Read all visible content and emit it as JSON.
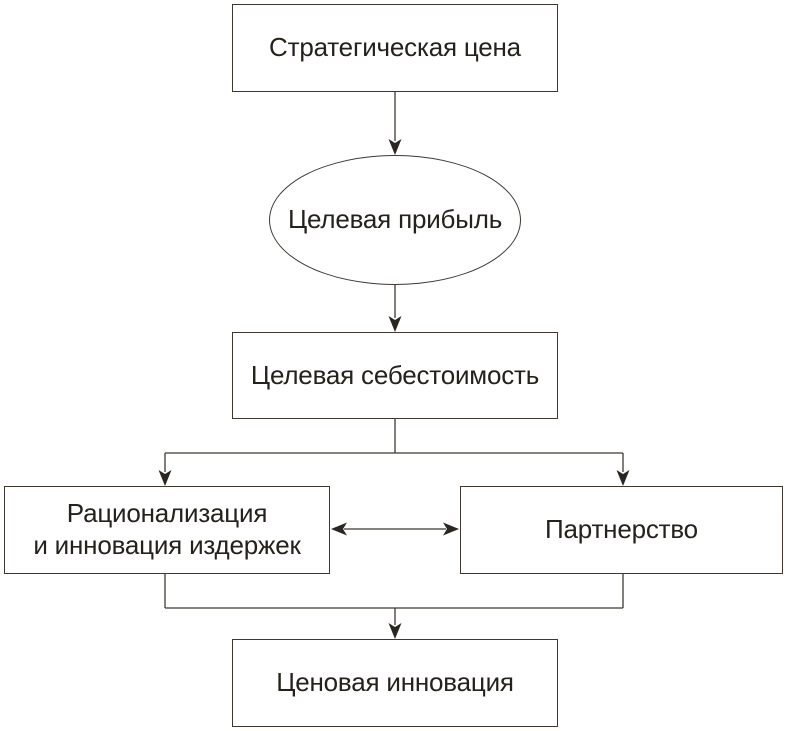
{
  "diagram": {
    "type": "flowchart",
    "language": "ru",
    "colors": {
      "background": "#ffffff",
      "node_fill": "#ffffff",
      "stroke": "#3e3831",
      "text": "#25211b",
      "arrowhead": "#2b2620"
    },
    "nodes": {
      "strategic_price": {
        "label": "Стратегическая цена",
        "shape": "rect"
      },
      "target_profit": {
        "label": "Целевая прибыль",
        "shape": "ellipse"
      },
      "target_cost": {
        "label": "Целевая себестоимость",
        "shape": "rect"
      },
      "rationalization": {
        "label": "Рационализация\nи инновация издержек",
        "shape": "rect"
      },
      "partnership": {
        "label": "Партнерство",
        "shape": "rect"
      },
      "price_innovation": {
        "label": "Ценовая инновация",
        "shape": "rect"
      }
    },
    "edges": [
      {
        "from": "strategic_price",
        "to": "target_profit",
        "type": "arrow"
      },
      {
        "from": "target_profit",
        "to": "target_cost",
        "type": "arrow"
      },
      {
        "from": "target_cost",
        "to": "rationalization",
        "type": "arrow"
      },
      {
        "from": "target_cost",
        "to": "partnership",
        "type": "arrow"
      },
      {
        "from": "rationalization",
        "to": "partnership",
        "type": "double-arrow"
      },
      {
        "from": "rationalization",
        "to": "price_innovation",
        "type": "arrow"
      },
      {
        "from": "partnership",
        "to": "price_innovation",
        "type": "arrow"
      }
    ]
  }
}
